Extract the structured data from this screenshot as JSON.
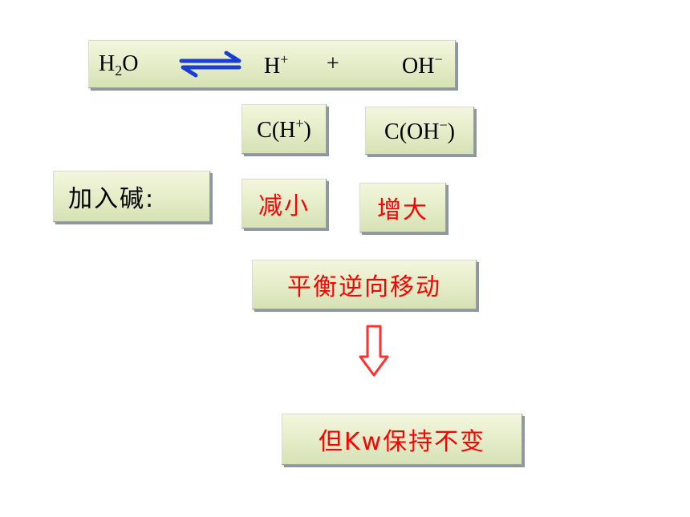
{
  "equation": {
    "water": "H",
    "water_sub": "2",
    "water_o": "O",
    "hplus": "H",
    "hplus_charge": "+",
    "plus_sign": "+",
    "oh": "OH",
    "oh_charge": "−",
    "arrow_color": "#1a3fd0"
  },
  "conc_h": {
    "prefix": "C(H",
    "charge": "+",
    "suffix": ")"
  },
  "conc_oh": {
    "prefix": "C(OH",
    "charge": "−",
    "suffix": ")"
  },
  "condition_label": "加入碱:",
  "h_change": "减小",
  "oh_change": "增大",
  "equilibrium_shift": "平衡逆向移动",
  "conclusion": "但Kw保持不变",
  "colors": {
    "result_text": "#ff0000",
    "box_fill": "#e4ecc7",
    "down_arrow_fill": "#ffffff",
    "down_arrow_stroke": "#ff3030"
  }
}
